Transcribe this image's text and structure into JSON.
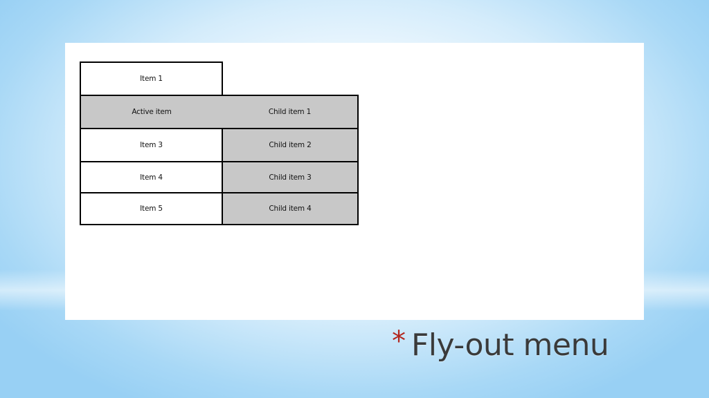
{
  "menu": {
    "items": [
      {
        "label": "Item 1"
      },
      {
        "label": "Active item"
      },
      {
        "label": "Item 3"
      },
      {
        "label": "Item 4"
      },
      {
        "label": "Item 5"
      }
    ],
    "children": [
      {
        "label": "Child item 1"
      },
      {
        "label": "Child item 2"
      },
      {
        "label": "Child item 3"
      },
      {
        "label": "Child item 4"
      }
    ]
  },
  "slide": {
    "title_bullet": "*",
    "title": "Fly-out menu"
  },
  "colors": {
    "active_bg": "#c8c8c8",
    "item_bg": "#ffffff",
    "border": "#000000",
    "bullet": "#b3261e",
    "title": "#3a3a3a"
  }
}
